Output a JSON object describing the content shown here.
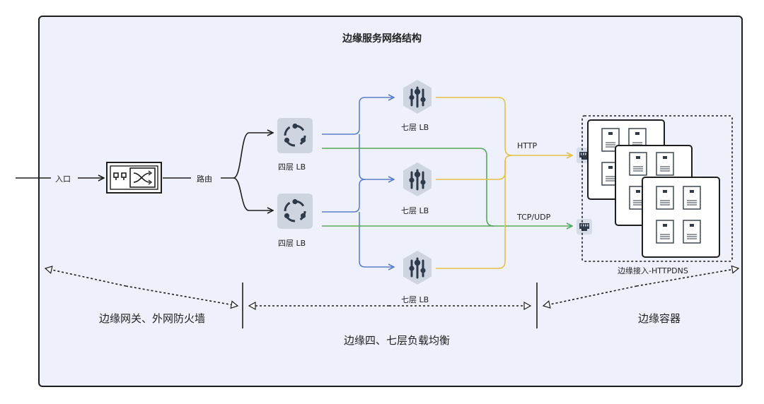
{
  "title": "边缘服务网络结构",
  "entry_label": "入口",
  "route_label": "路由",
  "l4_label_1": "四层 LB",
  "l4_label_2": "四层 LB",
  "l7_label_1": "七层 LB",
  "l7_label_2": "七层 LB",
  "l7_label_3": "七层 LB",
  "http_label": "HTTP",
  "tcp_label": "TCP/UDP",
  "httpdns_label": "边缘接入-HTTPDNS",
  "zone_gateway": "边缘网关、外网防火墙",
  "zone_lb": "边缘四、七层负载均衡",
  "zone_container": "边缘容器",
  "colors": {
    "blue": "#5b7fc6",
    "green": "#57a85a",
    "yellow": "#e5c046",
    "icon_gray": "#cfd5e0",
    "icon_dark": "#2f3a4a"
  }
}
